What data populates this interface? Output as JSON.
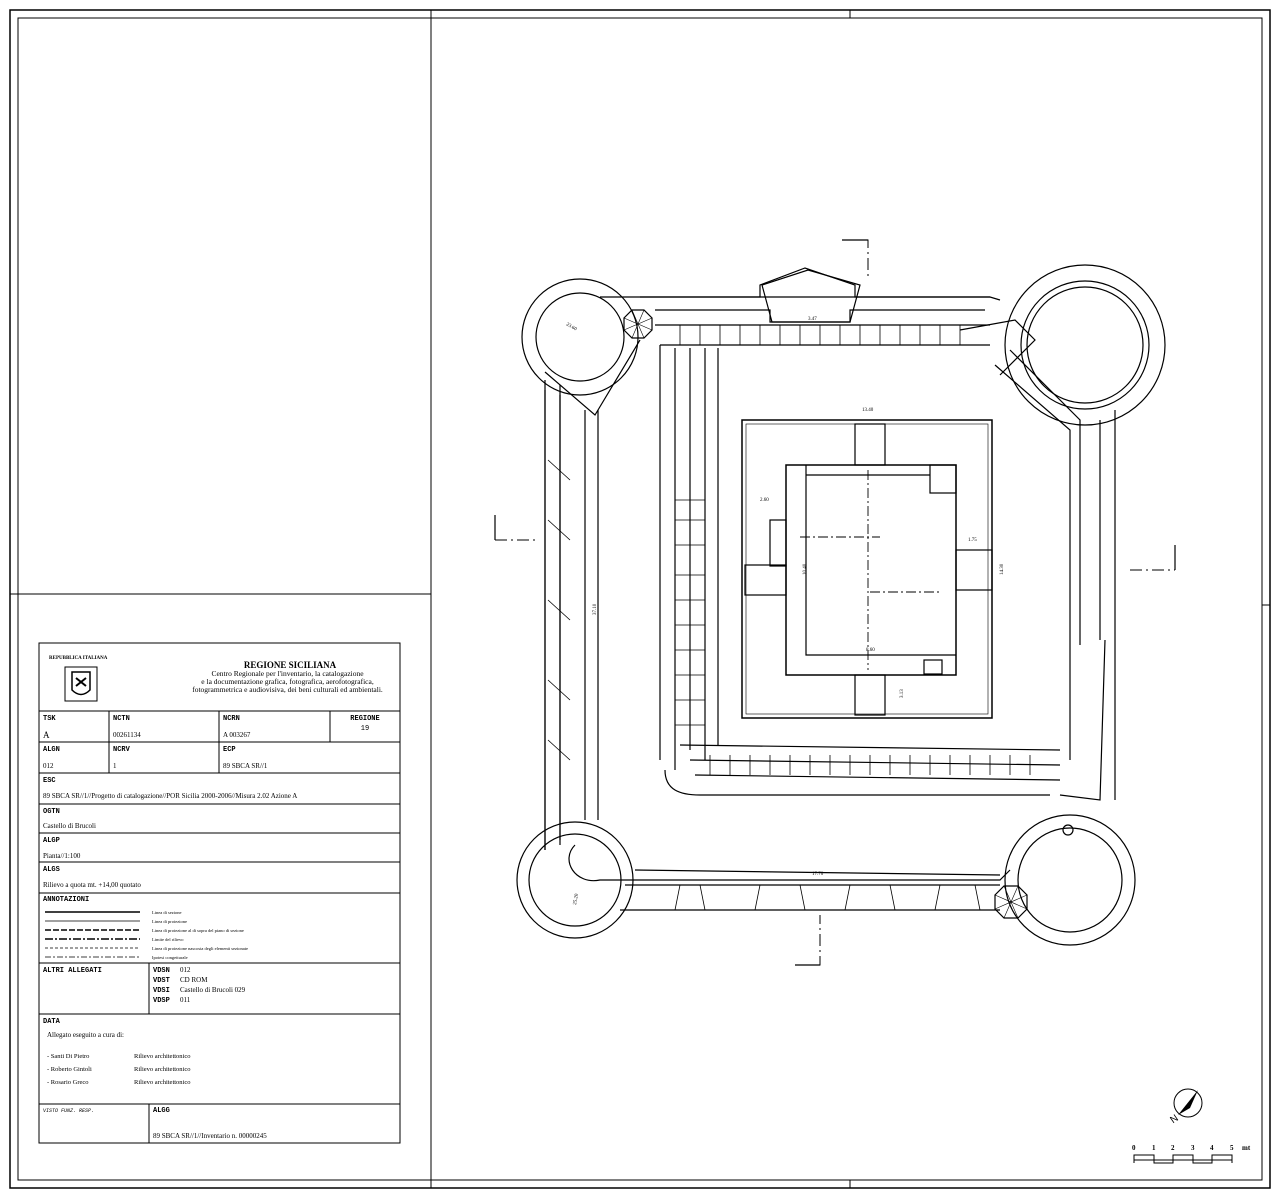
{
  "header": {
    "republic": "REPUBBLICA ITALIANA",
    "region_title": "REGIONE SICILIANA",
    "center_lines": [
      "Centro Regionale per l'inventario, la catalogazione",
      "e la documentazione grafica, fotografica, aerofotografica,",
      "fotogrammetrica e audiovisiva, dei beni culturali ed ambientali."
    ]
  },
  "fields": {
    "tsk": {
      "label": "TSK",
      "value": "A"
    },
    "nctn": {
      "label": "NCTN",
      "value": "00261134"
    },
    "ncrn": {
      "label": "NCRN",
      "value": "A 003267"
    },
    "regione": {
      "label": "REGIONE",
      "value": "19"
    },
    "algn": {
      "label": "ALGN",
      "value": "012"
    },
    "ncrv": {
      "label": "NCRV",
      "value": "1"
    },
    "ecp": {
      "label": "ECP",
      "value": "89 SBCA SR//1"
    },
    "esc": {
      "label": "ESC",
      "value": "89 SBCA SR//1//Progetto di catalogazione//POR Sicilia 2000-2006//Misura 2.02 Azione A"
    },
    "ogtn": {
      "label": "OGTN",
      "value": "Castello di Brucoli"
    },
    "algp": {
      "label": "ALGP",
      "value": "Pianta//1:100"
    },
    "algs": {
      "label": "ALGS",
      "value": "Rilievo a quota mt. +14,00 quotato"
    }
  },
  "annotazioni": {
    "label": "ANNOTAZIONI",
    "items": [
      "Linea di sezione",
      "Linea di proiezione",
      "Linea di proiezione al di sopra del piano di sezione",
      "Limite del rilievo",
      "Linea di proiezione nascosta degli elementi sezionate",
      "Ipotesi congetturale"
    ]
  },
  "altri_allegati": {
    "label": "ALTRI ALLEGATI",
    "rows": [
      {
        "key": "VDSN",
        "value": "012"
      },
      {
        "key": "VDST",
        "value": "CD ROM"
      },
      {
        "key": "VDSI",
        "value": "Castello di Brucoli 029"
      },
      {
        "key": "VDSP",
        "value": "011"
      }
    ]
  },
  "data_section": {
    "label": "DATA",
    "intro": "Allegato eseguito a cura di:",
    "people": [
      {
        "name": "- Santi Di Pietro",
        "role": "Rilievo architettonico"
      },
      {
        "name": "- Roberto Gintoli",
        "role": "Rilievo architettonico"
      },
      {
        "name": "- Rosario Greco",
        "role": "Rilievo architettonico"
      }
    ]
  },
  "footer": {
    "visto": "VISTO FUNZ. RESP.",
    "algg_label": "ALGG",
    "algg_value": "89 SBCA SR//1//Inventario n. 00000245"
  },
  "drawing": {
    "dimensions": {
      "top_wall": "3.47",
      "courtyard_top": "13.40",
      "keep_left_offset": "2.60",
      "keep_right_offset": "1.75",
      "keep_height": "10.40",
      "courtyard_right": "14.30",
      "keep_bottom": "8.60",
      "keep_bottom_offset": "3.13",
      "bottom_wall": "17.70",
      "left_wall": "37.10",
      "tower_nw": "23.60",
      "tower_sw": "25.20"
    },
    "north_label": "N",
    "scale_labels": [
      "0",
      "1",
      "2",
      "3",
      "4",
      "5",
      "mt"
    ]
  }
}
